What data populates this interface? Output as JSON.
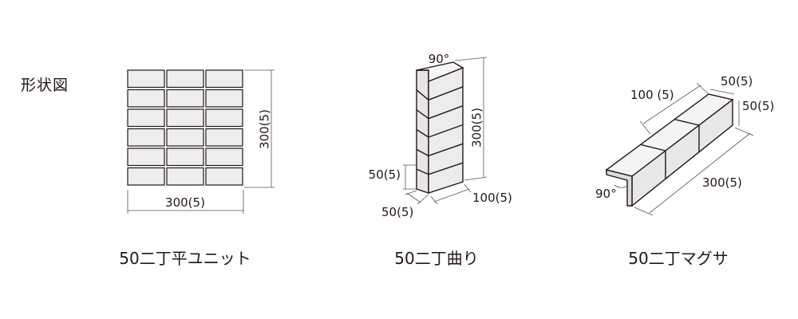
{
  "page": {
    "section_title": "形状図"
  },
  "products": [
    {
      "name": "50二丁平ユニット",
      "dimensions": {
        "height": "300(5)",
        "width": "300(5)"
      }
    },
    {
      "name": "50二丁曲り",
      "dimensions": {
        "angle": "90°",
        "height": "300(5)",
        "return_left": "50(5)",
        "depth_left": "50(5)",
        "depth_right": "100(5)"
      }
    },
    {
      "name": "50二丁マグサ",
      "dimensions": {
        "front": "100 (5)",
        "top": "50(5)",
        "side": "50(5)",
        "length": "300(5)",
        "angle": "90°"
      }
    }
  ],
  "colors": {
    "line": "#231815",
    "tile_fill": "#eeeeee",
    "tile_face_fill": "#e8e8e8",
    "tile_top_fill": "#f4f4f4",
    "dimension_line": "#555555"
  }
}
